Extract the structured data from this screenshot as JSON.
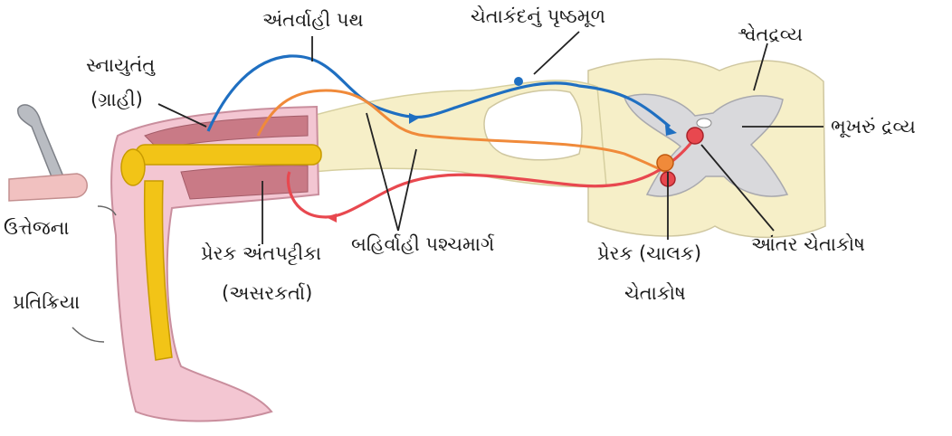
{
  "labels": {
    "afferent_path": "અંતર્વાહી પથ",
    "dorsal_root_ganglion": "ચેતાકંદનું પૃષ્ઠમૂળ",
    "white_matter": "શ્વેતદ્રવ્ય",
    "muscle_fiber": "સ્નાયુતંતુ",
    "receptor": "(ગ્રાહી)",
    "grey_matter": "ભૂખરું દ્રવ્ય",
    "stimulus": "ઉત્તેજના",
    "motor_end_plate": "પ્રેરક અંતપટ્ટીકા",
    "efferent_path": "બહિર્વાહી પશ્ચમાર્ગ",
    "motor_neuron_line1": "પ્રેરક (ચાલક)",
    "motor_neuron_line2": "ચેતાકોષ",
    "interneuron": "આંતર ચેતાકોષ",
    "effector": "(અસરકર્તા)",
    "response": "પ્રતિક્રિયા"
  },
  "colors": {
    "afferent": "#1f6fc1",
    "efferent": "#e8484f",
    "interneuron_path": "#f08a3a",
    "spinal_cord": "#f6efc8",
    "grey_matter": "#d9d9dc",
    "leg_skin": "#f3c6d2",
    "bone": "#f2c417",
    "muscle": "#c97a86"
  }
}
